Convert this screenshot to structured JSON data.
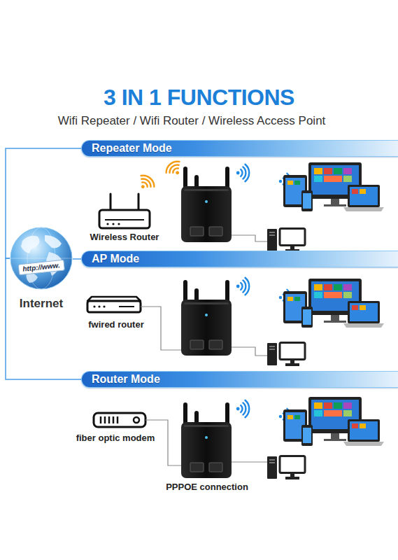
{
  "diagram": {
    "title": "3 IN 1 FUNCTIONS",
    "nodes": [
      {
        "text": [
          "Repeater Mode"
        ]
      },
      {
        "text": [
          "http://www.",
          "Internet"
        ]
      },
      {
        "text": [
          "AP Mode"
        ]
      },
      {
        "text": [
          "Router Mode"
        ]
      }
    ],
    "edges": [
      {
        "from": 1,
        "to": 0,
        "arrow": "none"
      },
      {
        "from": 1,
        "to": 2,
        "arrow": "none"
      },
      {
        "from": 1,
        "to": 3,
        "arrow": "none"
      }
    ],
    "labels": [
      "Wifi Repeater / Wifi Router / Wireless Access Point",
      "Wireless Router",
      "fwired router",
      "fiber optic modem",
      "PPPOE connection"
    ]
  }
}
